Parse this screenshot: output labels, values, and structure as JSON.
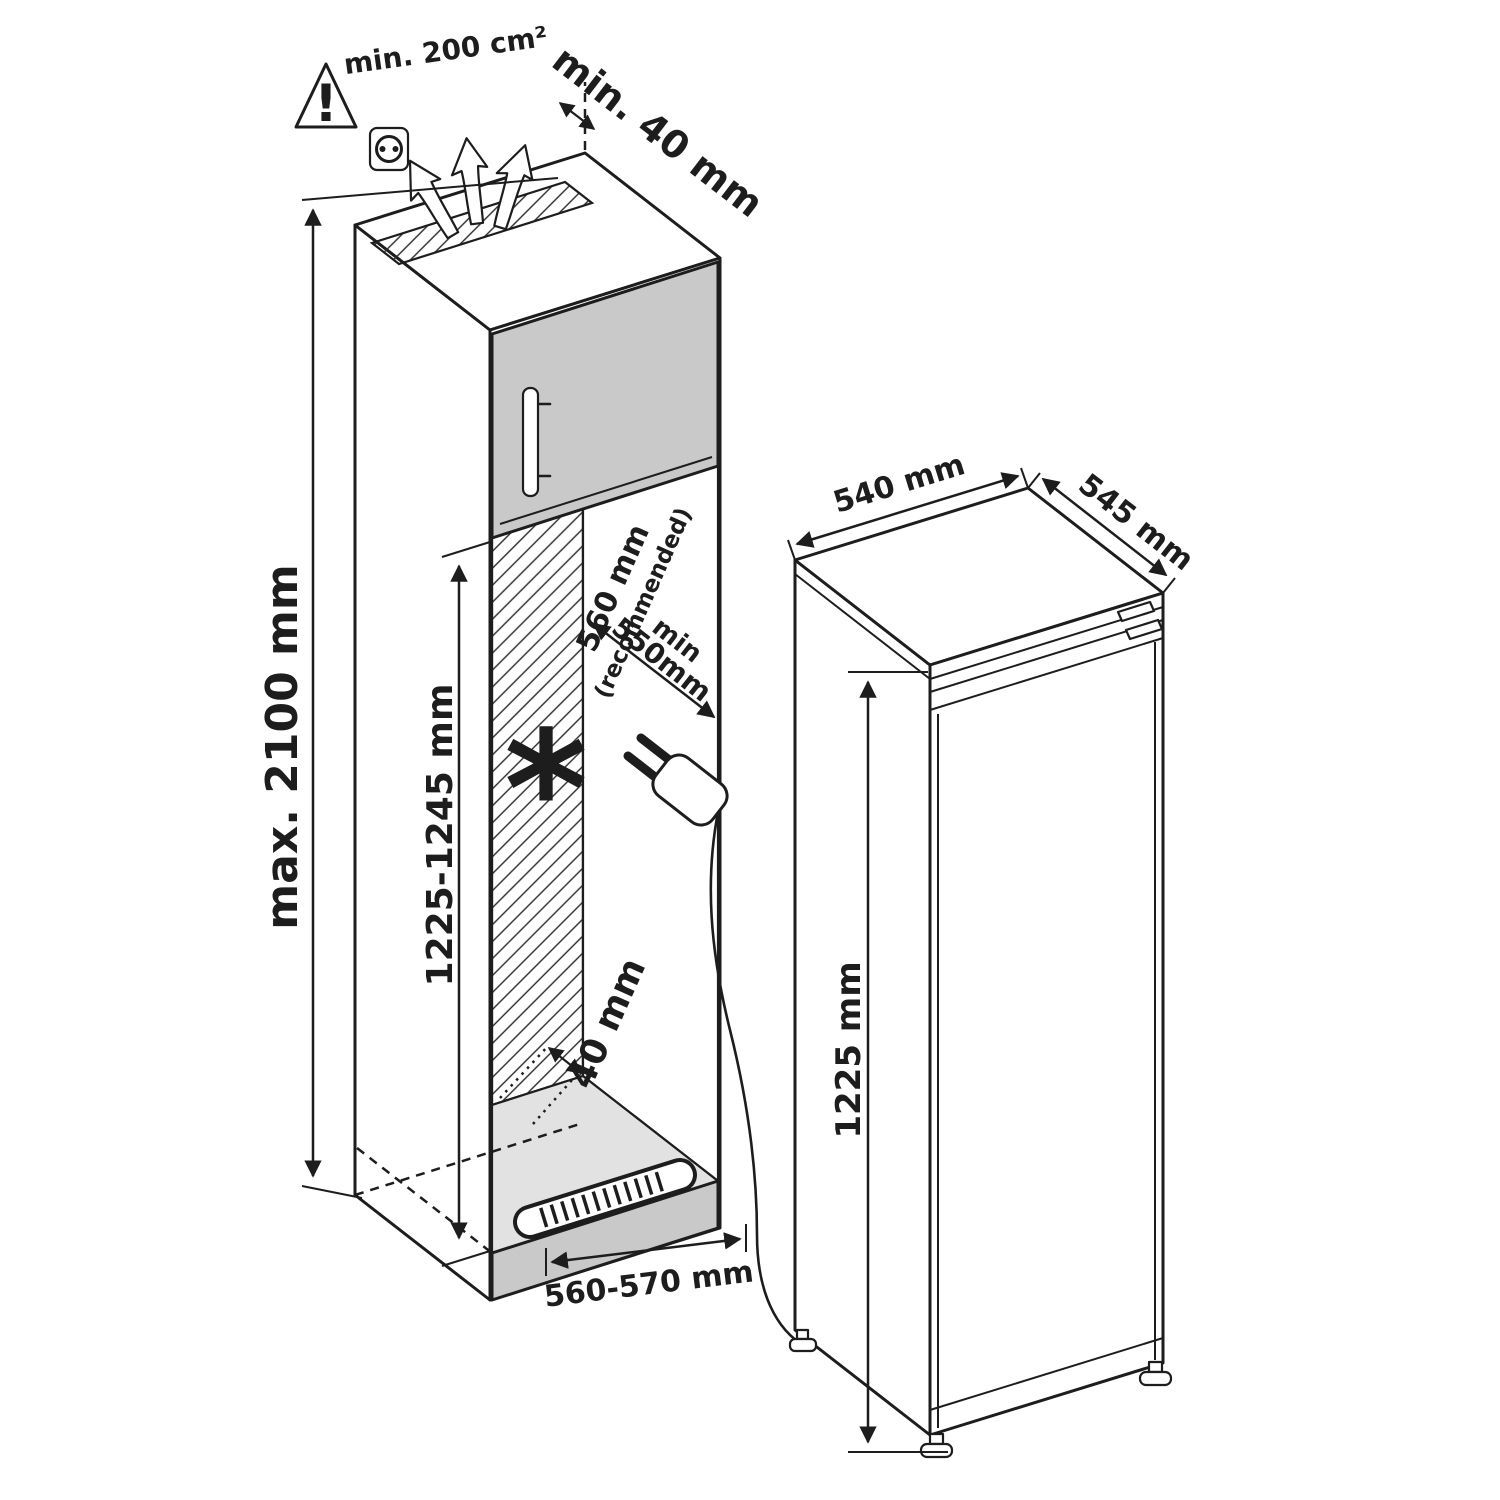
{
  "labels": {
    "vent_area": "min. 200 cm²",
    "top_gap": "min. 40 mm",
    "max_height": "max. 2100 mm",
    "niche_height": "1225-1245 mm",
    "depth_recommended": "560 mm",
    "depth_recommended_note": "(recommended)",
    "depth_min_prefix": "min",
    "depth_min_value": "550mm",
    "bottom_gap": "40 mm",
    "bottom_depth": "560-570 mm",
    "asterisk": "*",
    "warning_mark": "!"
  },
  "appliance": {
    "width": "540 mm",
    "depth": "545 mm",
    "height": "1225 mm"
  },
  "icons": {
    "warning": "warning-triangle-icon",
    "socket": "power-socket-icon",
    "plug": "power-plug-icon",
    "ventilation": "vent-arrows-icon",
    "grille": "vent-grille-icon"
  },
  "colors": {
    "line": "#1d1d1d",
    "door_gray": "#c9c9c9",
    "floor_gray": "#e2e2e2",
    "background": "#ffffff"
  }
}
